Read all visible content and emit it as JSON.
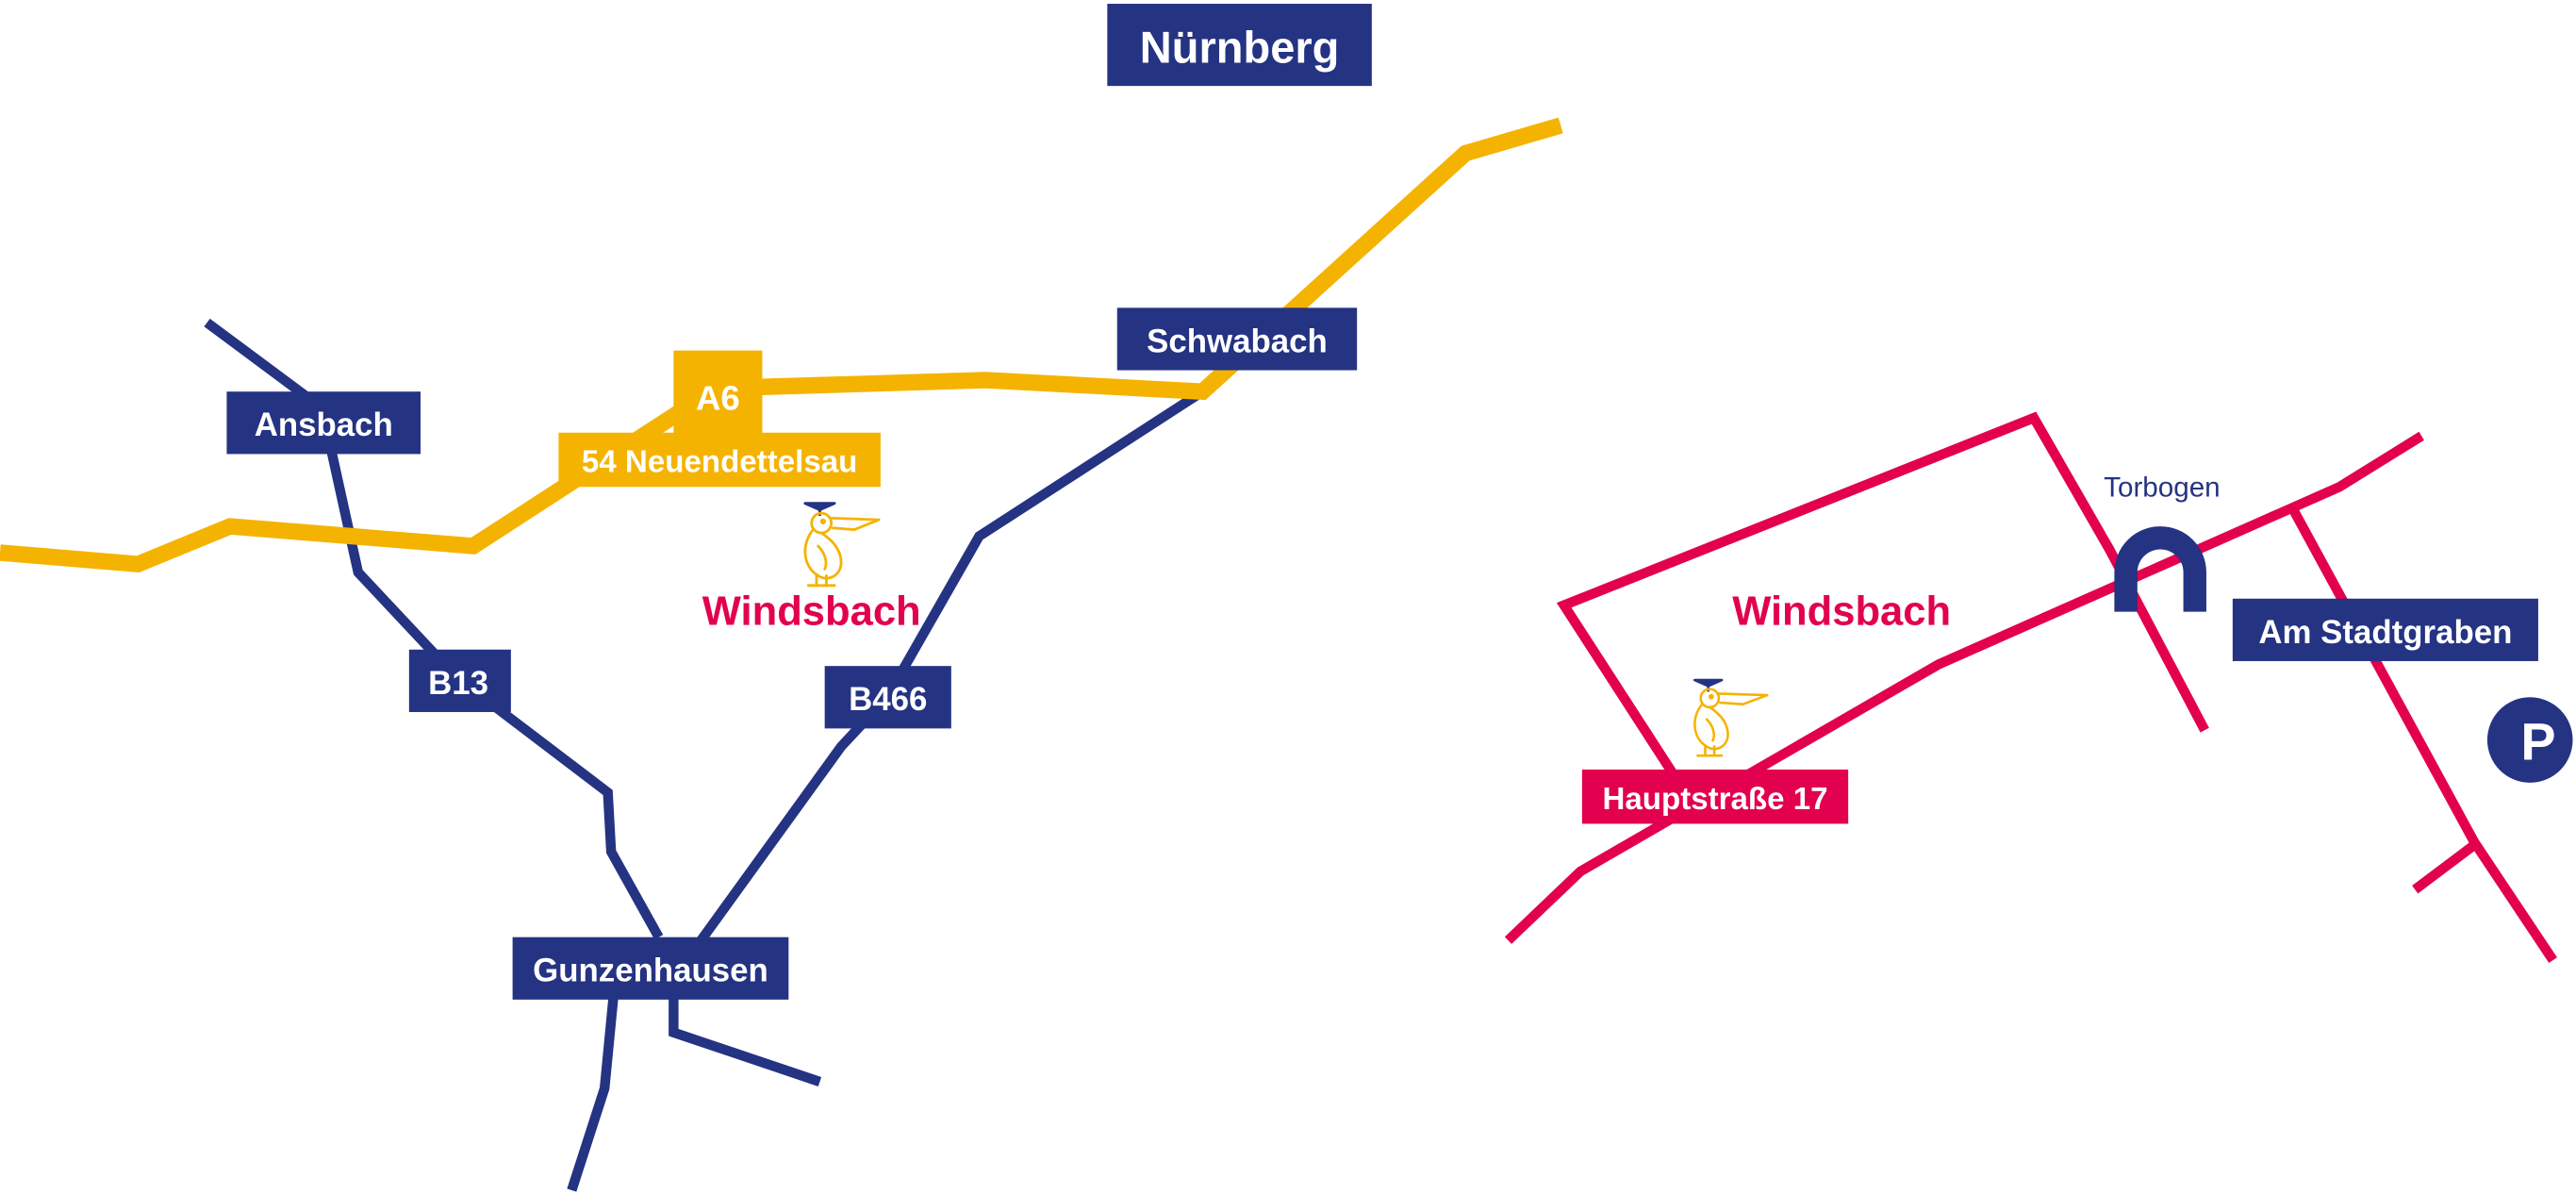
{
  "colors": {
    "navy": "#253383",
    "gold": "#f5b301",
    "red": "#e2004f",
    "white": "#ffffff"
  },
  "regional_map": {
    "city_top": "Nürnberg",
    "ansbach": "Ansbach",
    "schwabach": "Schwabach",
    "motorway": "A6",
    "exit": "54 Neuendettelsau",
    "b13": "B13",
    "b466": "B466",
    "gunzenhausen": "Gunzenhausen",
    "town": "Windsbach",
    "logo_icon": "pelican-with-graduation-cap-icon"
  },
  "town_map": {
    "town": "Windsbach",
    "gate": "Torbogen",
    "gate_icon": "archway-icon",
    "street": "Am Stadtgraben",
    "address": "Hauptstraße 17",
    "parking": "P",
    "parking_icon": "parking-icon",
    "logo_icon": "pelican-with-graduation-cap-icon"
  }
}
